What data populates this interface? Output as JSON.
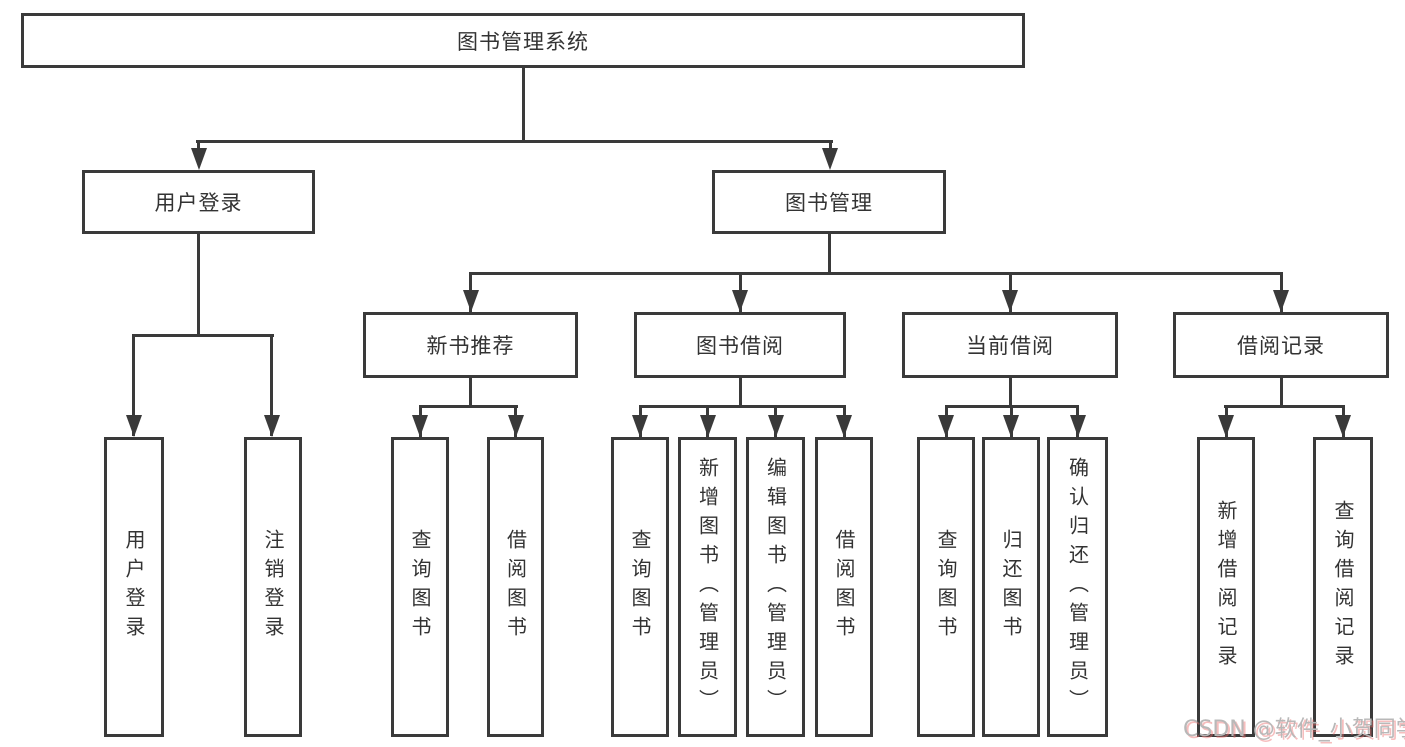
{
  "diagram": {
    "title": "图书管理系统",
    "colors": {
      "line": "#3a3a3a",
      "text": "#333333",
      "background": "#ffffff",
      "watermark_gray": "#b8b8b8",
      "watermark_red": "#eb6e6e"
    },
    "nodes": {
      "root": {
        "label": "图书管理系统"
      },
      "user_login": {
        "label": "用户登录"
      },
      "book_mgmt": {
        "label": "图书管理"
      },
      "new_book_rec": {
        "label": "新书推荐"
      },
      "book_borrow": {
        "label": "图书借阅"
      },
      "current_borrow": {
        "label": "当前借阅"
      },
      "borrow_record": {
        "label": "借阅记录"
      },
      "ul_user_login": {
        "label": "用户登录"
      },
      "ul_logout": {
        "label": "注销登录"
      },
      "nbr_query": {
        "label": "查询图书"
      },
      "nbr_borrow": {
        "label": "借阅图书"
      },
      "bb_query": {
        "label": "查询图书"
      },
      "bb_add": {
        "label": "新增图书（管理员）"
      },
      "bb_edit": {
        "label": "编辑图书（管理员）"
      },
      "bb_borrow": {
        "label": "借阅图书"
      },
      "cb_query": {
        "label": "查询图书"
      },
      "cb_return": {
        "label": "归还图书"
      },
      "cb_confirm": {
        "label": "确认归还（管理员）"
      },
      "br_add": {
        "label": "新增借阅记录"
      },
      "br_query": {
        "label": "查询借阅记录"
      }
    },
    "edges": [
      [
        "root",
        "user_login"
      ],
      [
        "root",
        "book_mgmt"
      ],
      [
        "user_login",
        "ul_user_login"
      ],
      [
        "user_login",
        "ul_logout"
      ],
      [
        "book_mgmt",
        "new_book_rec"
      ],
      [
        "book_mgmt",
        "book_borrow"
      ],
      [
        "book_mgmt",
        "current_borrow"
      ],
      [
        "book_mgmt",
        "borrow_record"
      ],
      [
        "new_book_rec",
        "nbr_query"
      ],
      [
        "new_book_rec",
        "nbr_borrow"
      ],
      [
        "book_borrow",
        "bb_query"
      ],
      [
        "book_borrow",
        "bb_add"
      ],
      [
        "book_borrow",
        "bb_edit"
      ],
      [
        "book_borrow",
        "bb_borrow"
      ],
      [
        "current_borrow",
        "cb_query"
      ],
      [
        "current_borrow",
        "cb_return"
      ],
      [
        "current_borrow",
        "cb_confirm"
      ],
      [
        "borrow_record",
        "br_add"
      ],
      [
        "borrow_record",
        "br_query"
      ]
    ],
    "watermark": {
      "text": "CSDN @软件_小贺同学"
    }
  }
}
